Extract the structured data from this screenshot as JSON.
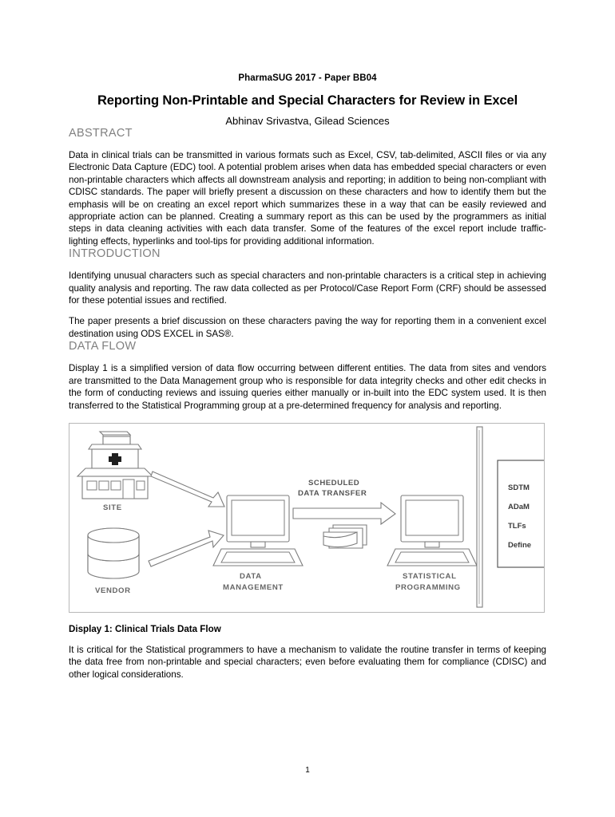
{
  "header": {
    "conference": "PharmaSUG 2017 - Paper BB04",
    "title": "Reporting Non-Printable and Special Characters for Review in Excel",
    "authors": "Abhinav Srivastva, Gilead Sciences"
  },
  "sections": {
    "abstract": {
      "heading": "ABSTRACT",
      "paragraph": "Data in clinical trials can be transmitted in various formats such as Excel, CSV, tab-delimited, ASCII files or via any Electronic Data Capture (EDC) tool. A potential problem arises when data has embedded special characters or even non-printable characters which affects all downstream analysis and reporting; in addition to being non-compliant with CDISC standards. The paper will briefly present a discussion on these characters and how to identify them but the emphasis will be on creating an excel report which summarizes these in a way that can be easily reviewed and appropriate action can be planned. Creating a summary report as this can be used by the programmers as initial steps in data cleaning activities with each data transfer. Some of the features of the excel report include traffic-lighting effects, hyperlinks and tool-tips for providing additional information."
    },
    "introduction": {
      "heading": "INTRODUCTION",
      "paragraph1": "Identifying unusual characters such as special characters and non-printable characters is a critical step in achieving quality analysis and reporting. The raw data collected as per Protocol/Case Report Form (CRF) should be assessed for these potential issues and rectified.",
      "paragraph2": "The paper presents a brief discussion on these characters paving the way for reporting them in a convenient excel destination using ODS EXCEL in SAS®."
    },
    "dataflow": {
      "heading": "DATA FLOW",
      "paragraph1": "Display 1 is a simplified version of data flow occurring between different entities. The data from sites and vendors are transmitted to the Data Management group who is responsible for data integrity checks and other edit checks in the form of conducting reviews and issuing queries either manually or in-built into the EDC system used. It is then transferred to the Statistical Programming group at a pre-determined frequency for analysis and reporting.",
      "caption": "Display 1: Clinical Trials Data Flow",
      "paragraph2": "It is critical for the Statistical programmers to have a mechanism to validate the routine transfer in terms of keeping the data free from non-printable and special characters; even before evaluating them for compliance (CDISC) and other logical considerations."
    }
  },
  "figure": {
    "name": "clinical-trials-data-flow-diagram",
    "nodes": {
      "site": "SITE",
      "vendor": "VENDOR",
      "data_management_line1": "DATA",
      "data_management_line2": "MANAGEMENT",
      "statistical_programming_line1": "STATISTICAL",
      "statistical_programming_line2": "PROGRAMMING",
      "transfer_line1": "SCHEDULED",
      "transfer_line2": "DATA TRANSFER"
    },
    "deliverables": [
      "SDTM",
      "ADaM",
      "TLFs",
      "Define"
    ],
    "colors": {
      "outline": "#808080",
      "label": "#666666",
      "border": "#b8b8b8"
    }
  },
  "footer": {
    "page_number": "1"
  }
}
